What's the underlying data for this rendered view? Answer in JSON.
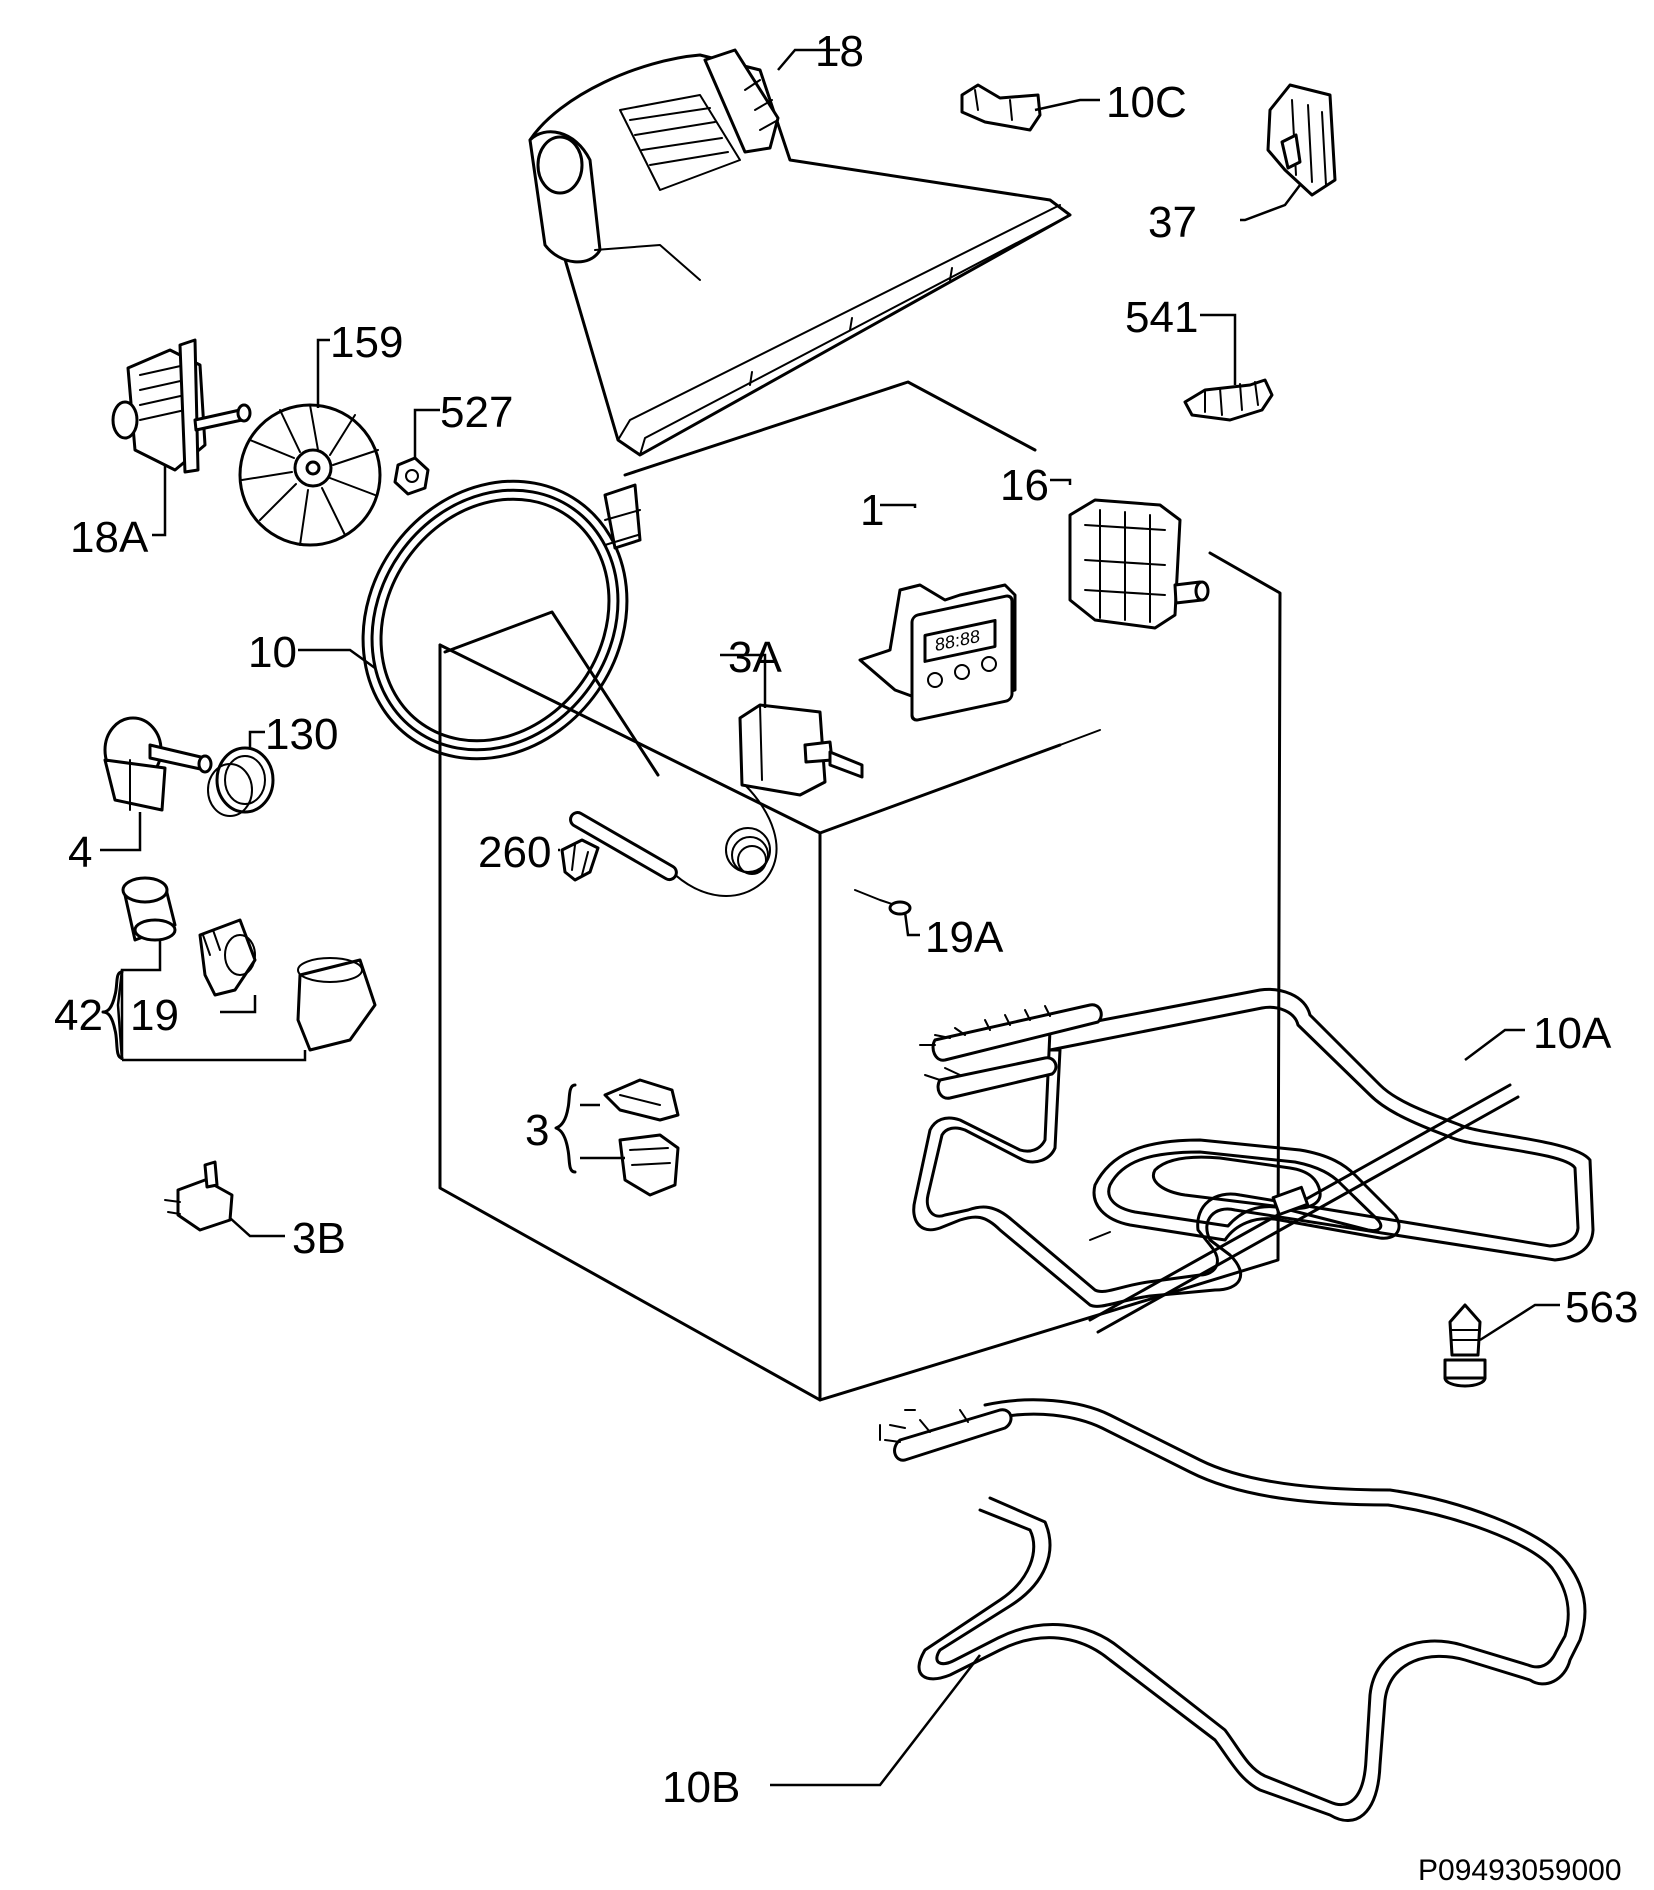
{
  "labels": {
    "p18": "18",
    "p10c": "10C",
    "p37": "37",
    "p541": "541",
    "p159": "159",
    "p527": "527",
    "p18a": "18A",
    "p16": "16",
    "p1": "1",
    "p10": "10",
    "p3a": "3A",
    "p130": "130",
    "p4": "4",
    "p260": "260",
    "p19a": "19A",
    "p42": "42",
    "p19": "19",
    "p10a": "10A",
    "p3": "3",
    "p3b": "3B",
    "p563": "563",
    "p10b": "10B"
  },
  "drawing_code": "P09493059000"
}
